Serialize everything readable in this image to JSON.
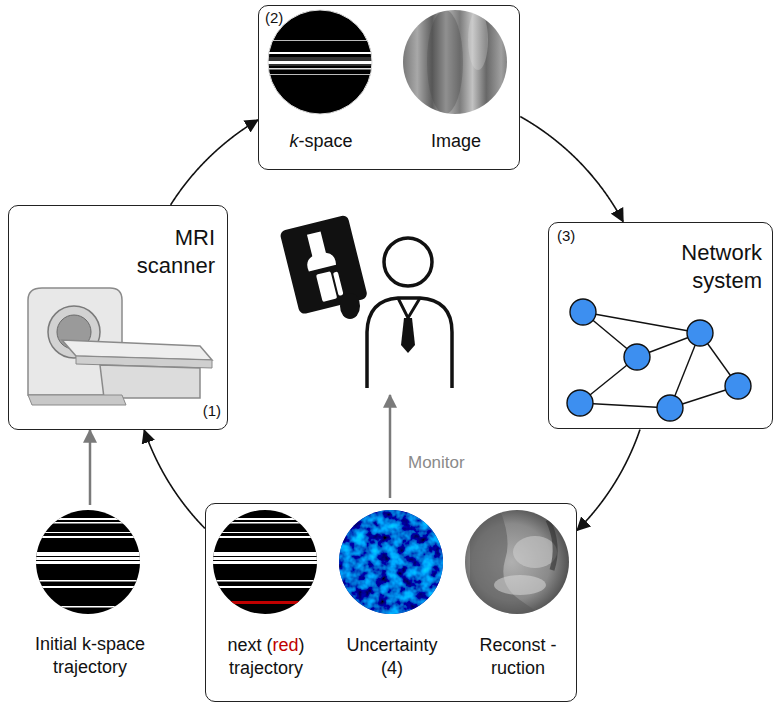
{
  "diagram": {
    "nodes": [
      {
        "text": [
          "MRI scanner",
          "(1)"
        ]
      },
      {
        "text": [
          "(2)",
          "k-space",
          "Image"
        ]
      },
      {
        "text": [
          "(3)",
          "Network system"
        ]
      },
      {
        "text": [
          "next (red) trajectory",
          "Uncertainty",
          "(4)",
          "Reconst -ruction"
        ]
      },
      {
        "text": [
          "Initial k-space trajectory"
        ]
      }
    ],
    "edges": [
      {
        "from": 0,
        "to": 1,
        "arrow": "to"
      },
      {
        "from": 1,
        "to": 2,
        "arrow": "to"
      },
      {
        "from": 2,
        "to": 3,
        "arrow": "to"
      },
      {
        "from": 3,
        "to": 0,
        "arrow": "to"
      },
      {
        "from": 4,
        "to": 0,
        "arrow": "to"
      }
    ],
    "labels": [
      "Monitor"
    ]
  }
}
